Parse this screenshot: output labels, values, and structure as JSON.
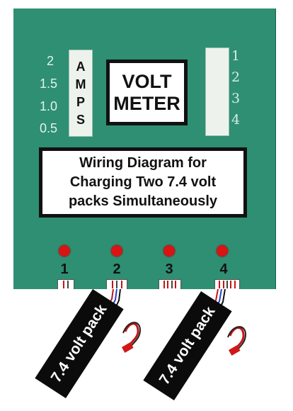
{
  "amps": {
    "label_letters": [
      "A",
      "M",
      "P",
      "S"
    ],
    "scale": [
      "2",
      "1.5",
      "1.0",
      "0.5"
    ]
  },
  "volt_meter": {
    "line1": "VOLT",
    "line2": "METER"
  },
  "title": {
    "line1": "Wiring Diagram for",
    "line2": "Charging Two 7.4 volt",
    "line3": "packs Simultaneously"
  },
  "port_labels": [
    "1",
    "2",
    "3",
    "4"
  ],
  "ports": [
    "1",
    "2",
    "3",
    "4"
  ],
  "packs": [
    {
      "label": "7.4 volt pack",
      "connected_port": "2"
    },
    {
      "label": "7.4 volt pack",
      "connected_port": "4"
    }
  ],
  "colors": {
    "panel": "#2e8f73",
    "led": "#d81414",
    "wire_red": "#c21515",
    "wire_blue": "#2440c8",
    "pack": "#0b0b0b"
  }
}
